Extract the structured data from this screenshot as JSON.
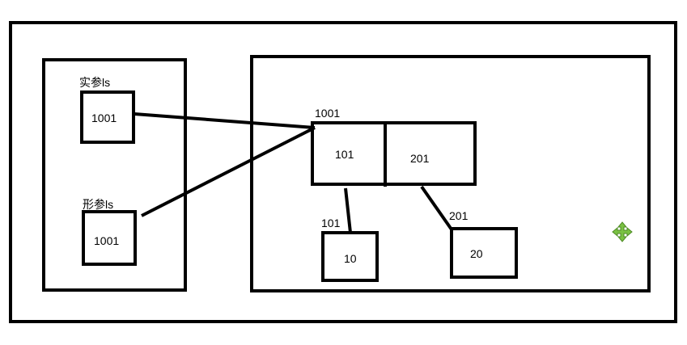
{
  "stack": {
    "actual_param": {
      "label": "实参ls",
      "value": "1001"
    },
    "formal_param": {
      "label": "形参ls",
      "value": "1001"
    }
  },
  "heap": {
    "array": {
      "address": "1001",
      "cells": [
        "101",
        "201"
      ]
    },
    "node_a": {
      "address": "101",
      "value": "10"
    },
    "node_b": {
      "address": "201",
      "value": "20"
    }
  },
  "icons": {
    "move": "move-cursor-icon",
    "move_color": "#7ac143"
  }
}
